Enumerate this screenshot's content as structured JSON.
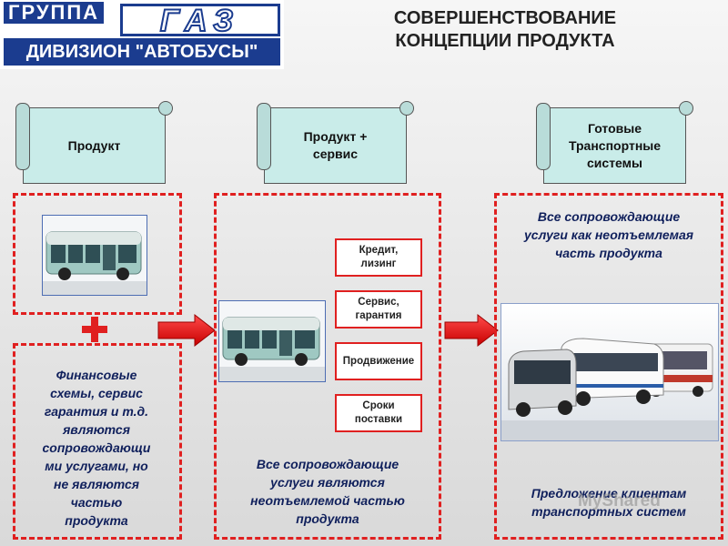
{
  "logo": {
    "group_label": "ГРУППА",
    "brand": "ГАЗ",
    "division": "ДИВИЗИОН \"АВТОБУСЫ\""
  },
  "title": {
    "line1": "СОВЕРШЕНСТВОВАНИЕ",
    "line2": "КОНЦЕПЦИИ ПРОДУКТА"
  },
  "columns": [
    {
      "banner": [
        "Продукт"
      ],
      "description": [
        "Финансовые",
        "схемы, сервис",
        "гарантия и т.д.",
        "являются",
        "сопровождающи",
        "ми услугами, но",
        "не являются",
        "частью",
        "продукта"
      ]
    },
    {
      "banner": [
        "Продукт +",
        "сервис"
      ],
      "services": [
        [
          "Кредит,",
          "лизинг"
        ],
        [
          "Сервис,",
          "гарантия"
        ],
        [
          "Продвижение"
        ],
        [
          "Сроки",
          "поставки"
        ]
      ],
      "description": [
        "Все сопровождающие",
        "услуги являются",
        "неотъемлемой частью",
        "продукта"
      ]
    },
    {
      "banner": [
        "Готовые",
        "Транспортные",
        "системы"
      ],
      "top_text": [
        "Все сопровождающие",
        "услуги как неотъемлемая",
        "часть продукта"
      ],
      "bottom_text": [
        "Предложение клиентам",
        "транспортных систем"
      ]
    }
  ],
  "watermark": "MyShared",
  "colors": {
    "accent_red": "#e02020",
    "banner_fill": "#c9ece9",
    "brand_blue": "#1b3c8f",
    "italic_text": "#10205c"
  }
}
